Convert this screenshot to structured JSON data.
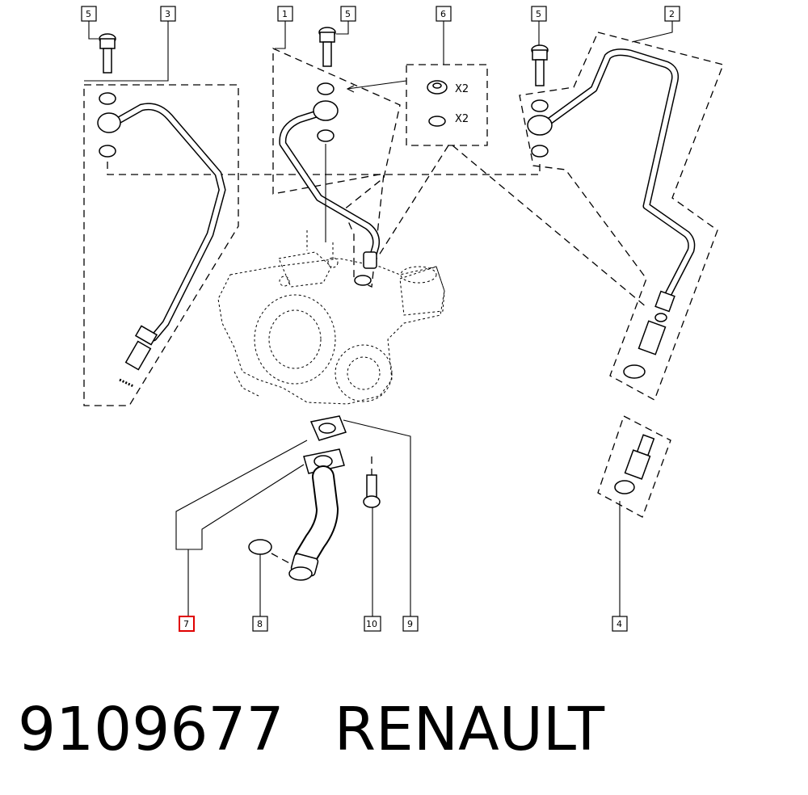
{
  "diagram": {
    "callouts": [
      {
        "id": "c5a",
        "label": "5"
      },
      {
        "id": "c3",
        "label": "3"
      },
      {
        "id": "c1",
        "label": "1"
      },
      {
        "id": "c5b",
        "label": "5"
      },
      {
        "id": "c6",
        "label": "6"
      },
      {
        "id": "c5c",
        "label": "5"
      },
      {
        "id": "c2",
        "label": "2"
      },
      {
        "id": "c7",
        "label": "7",
        "highlighted": true
      },
      {
        "id": "c8",
        "label": "8"
      },
      {
        "id": "c10",
        "label": "10"
      },
      {
        "id": "c9",
        "label": "9"
      },
      {
        "id": "c4",
        "label": "4"
      }
    ],
    "kit_quantities": [
      "X2",
      "X2"
    ]
  },
  "footer": {
    "part_number": "9109677",
    "brand": "RENAULT"
  },
  "colors": {
    "line": "#000000",
    "highlight": "#e00000",
    "background": "#ffffff"
  }
}
